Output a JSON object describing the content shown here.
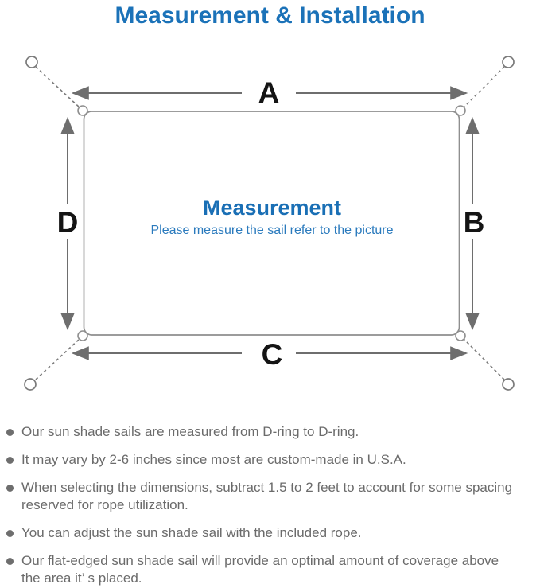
{
  "title": "Measurement & Installation",
  "diagram": {
    "labels": {
      "top": "A",
      "right": "B",
      "bottom": "C",
      "left": "D"
    },
    "center_heading": "Measurement",
    "center_subtitle": "Please measure the sail refer to the picture"
  },
  "notes": {
    "items": [
      "Our sun shade sails are measured from D-ring to D-ring.",
      "It may vary by 2-6 inches since most are custom-made in U.S.A.",
      "When selecting the dimensions, subtract 1.5 to 2 feet to account for some spacing\nreserved for rope utilization.",
      "You can adjust the sun shade sail with the included rope.",
      "Our flat-edged sun shade sail will provide an optimal amount of coverage above\nthe area it’ s placed."
    ]
  },
  "colors": {
    "title_blue": "#1b72b8",
    "center_heading_blue": "#1a6fb5",
    "center_subtitle_blue": "#2a7abd",
    "note_text_gray": "#6b6b6b",
    "diagram_line_gray": "#7a7a7a",
    "sail_border_gray": "#8f8f8f",
    "label_black": "#141414"
  }
}
